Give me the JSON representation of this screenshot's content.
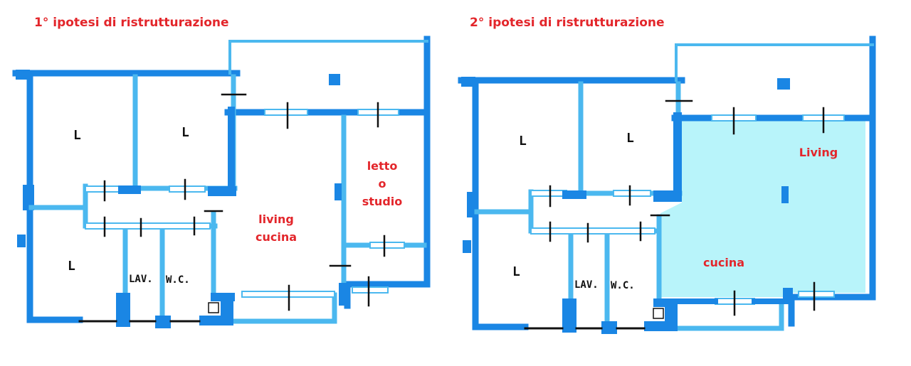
{
  "plan1": {
    "title": "1° ipotesi di ristrutturazione",
    "rooms": {
      "bed_a": "L",
      "bed_b": "L",
      "bed_c": "L",
      "laundry": "LAV.",
      "wc": "W.C.",
      "living_line1": "living",
      "living_line2": "cucina",
      "study_line1": "letto",
      "study_line2": "o",
      "study_line3": "studio"
    }
  },
  "plan2": {
    "title": "2° ipotesi di ristrutturazione",
    "rooms": {
      "bed_a": "L",
      "bed_b": "L",
      "bed_c": "L",
      "laundry": "LAV.",
      "wc": "W.C.",
      "living": "Living",
      "kitchen": "cucina"
    }
  },
  "colors": {
    "wall": "#1a86e4",
    "partition": "#4bb8ef",
    "highlight": "#b8f4fa",
    "label": "#e3262b"
  }
}
